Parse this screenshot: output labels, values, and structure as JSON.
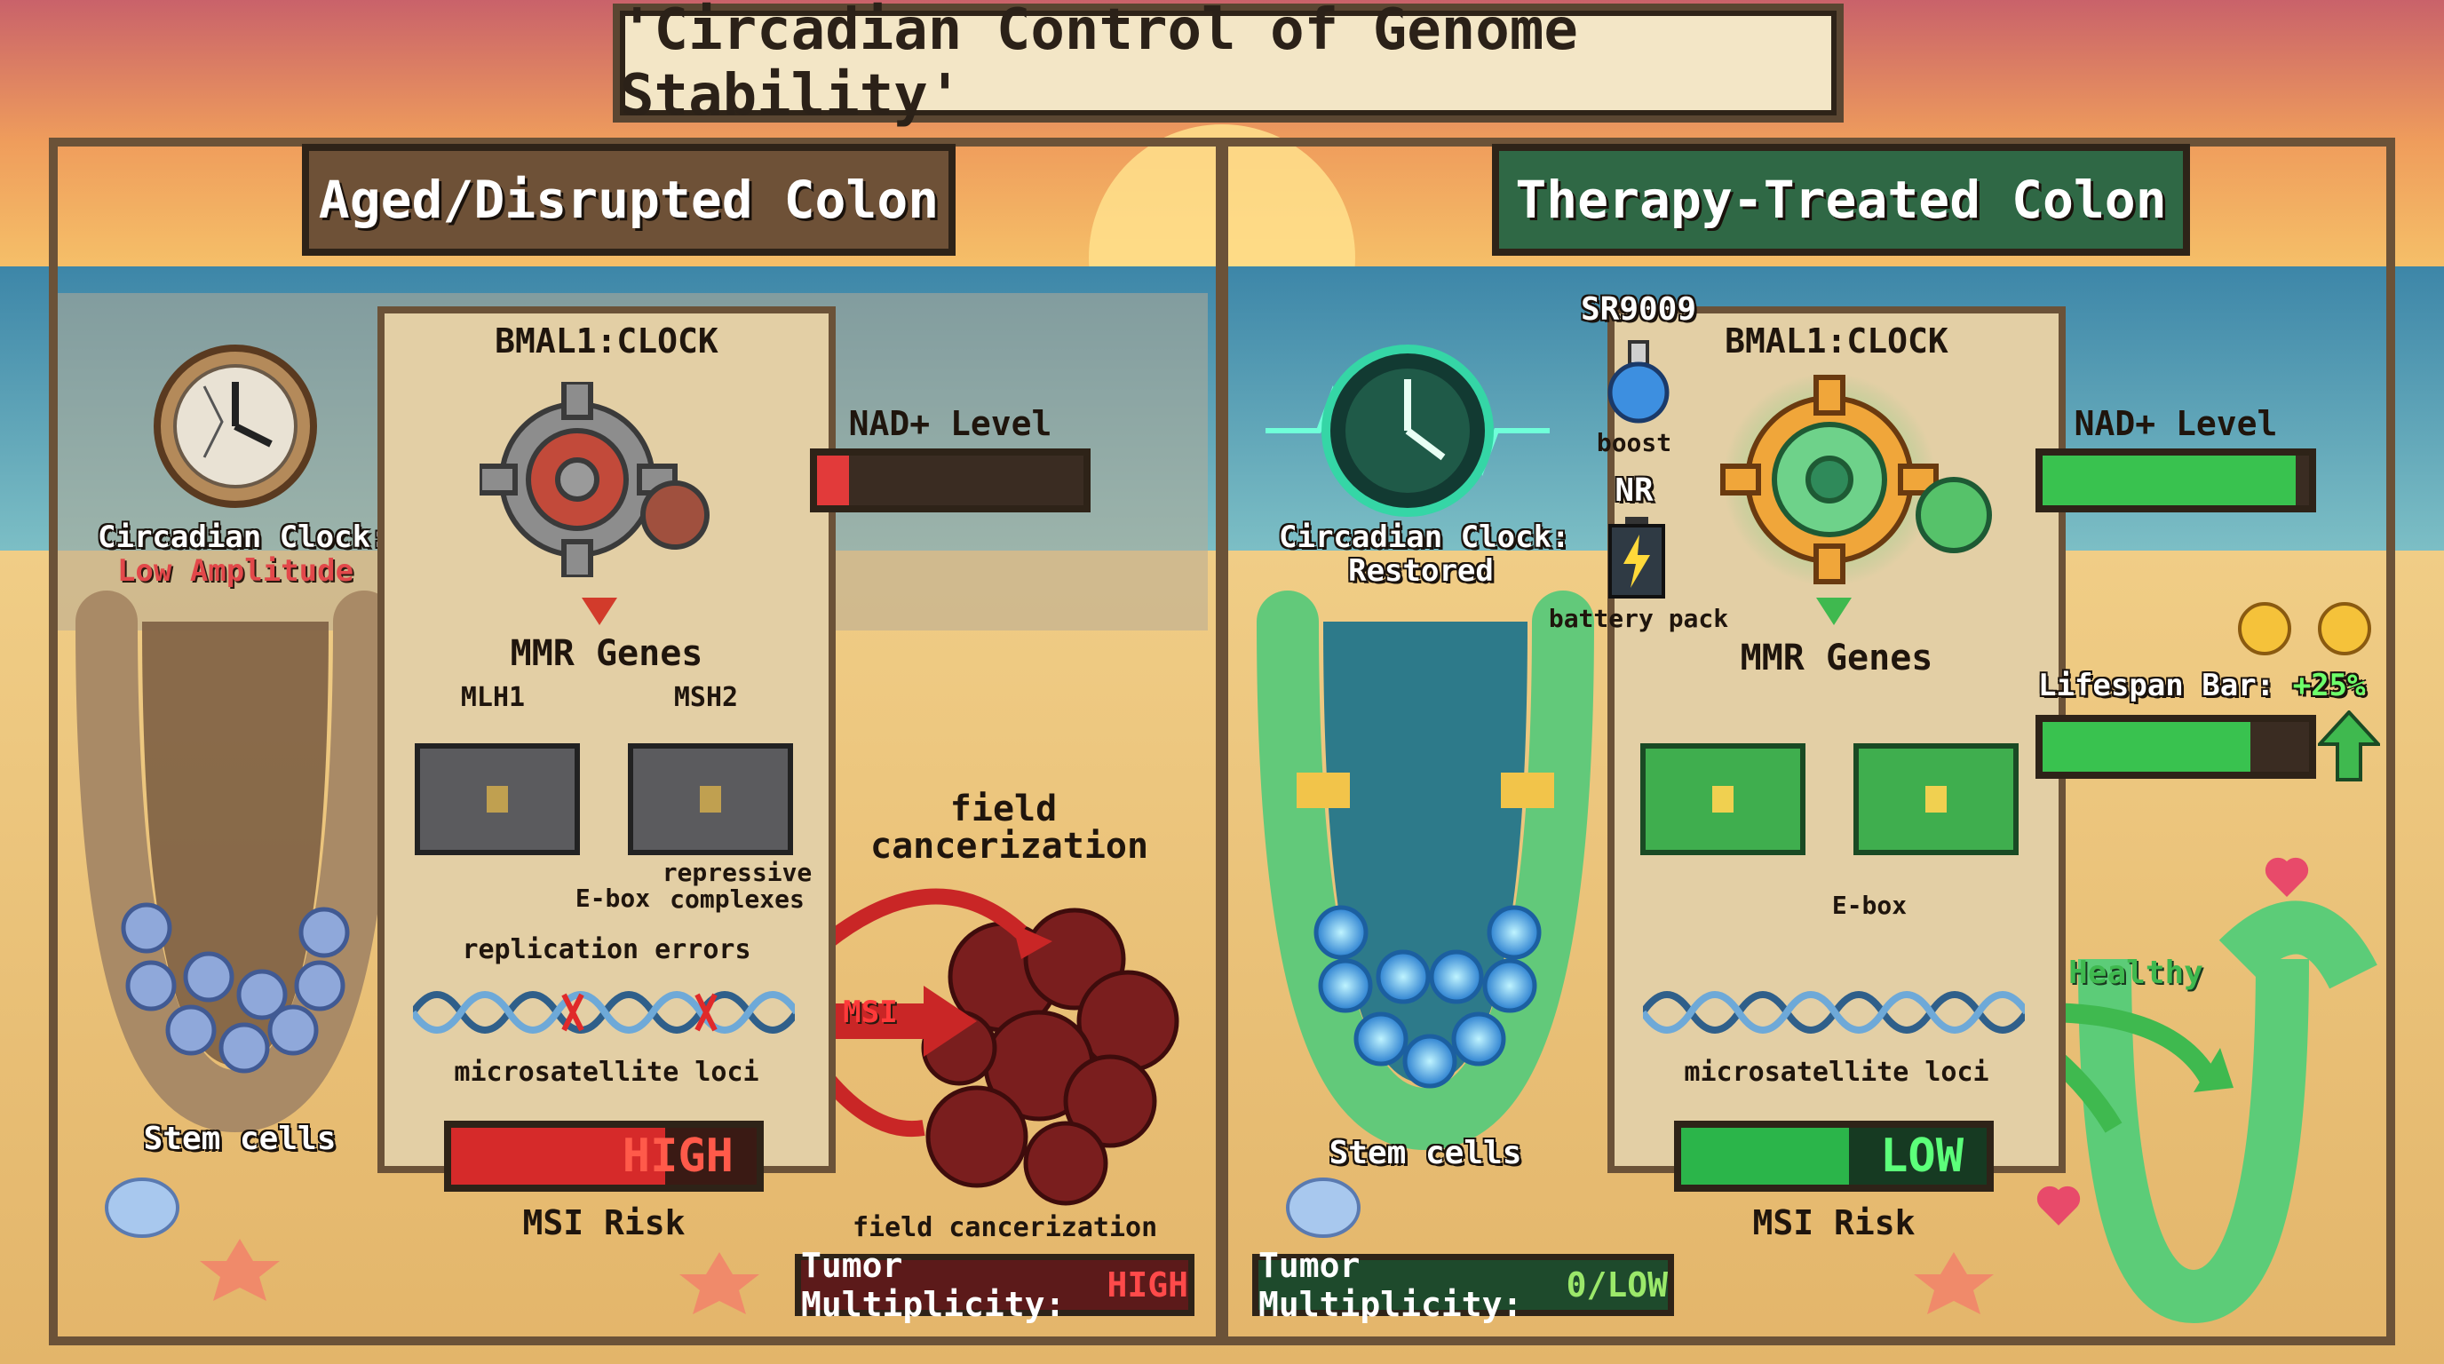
{
  "title": "'Circadian Control of Genome Stability'",
  "left": {
    "heading": "Aged/Disrupted Colon",
    "clock_label": "Circadian Clock:",
    "clock_state": "Low Amplitude",
    "complex_label": "BMAL1:CLOCK",
    "nad_label": "NAD+ Level",
    "nad_level": 0.12,
    "mmr_label": "MMR Genes",
    "gene1": "MLH1",
    "gene2": "MSH2",
    "ebox": "E-box",
    "repressive": "repressive complexes",
    "replication_errors": "replication errors",
    "msi_arrow": "MSI",
    "loci": "microsatellite loci",
    "risk_value": "HIGH",
    "risk_label": "MSI Risk",
    "stem_cells": "Stem cells",
    "field_top": "field cancerization",
    "field_bottom": "field cancerization",
    "tumor_label": "Tumor Multiplicity:",
    "tumor_value": "HIGH"
  },
  "right": {
    "heading": "Therapy-Treated Colon",
    "clock_label": "Circadian Clock:",
    "clock_state": "Restored",
    "sr_label": "SR9009",
    "boost": "boost",
    "nr_label": "NR",
    "battery": "battery pack",
    "complex_label": "BMAL1:CLOCK",
    "nad_label": "NAD+ Level",
    "nad_level": 0.95,
    "mmr_label": "MMR Genes",
    "ebox": "E-box",
    "lifespan_label": "Lifespan Bar:",
    "lifespan_change": "+25%",
    "lifespan_level": 0.78,
    "healthy": "Healthy",
    "loci": "microsatellite loci",
    "risk_value": "LOW",
    "risk_label": "MSI Risk",
    "stem_cells": "Stem cells",
    "tumor_label": "Tumor Multiplicity:",
    "tumor_value": "0/LOW"
  },
  "colors": {
    "risk_high": "#d62a2a",
    "risk_low": "#2bb54a",
    "nad_red": "#e23a3a",
    "nad_green": "#39c24f",
    "tumor_high": "#ff4a4a",
    "tumor_low": "#9be86a"
  }
}
